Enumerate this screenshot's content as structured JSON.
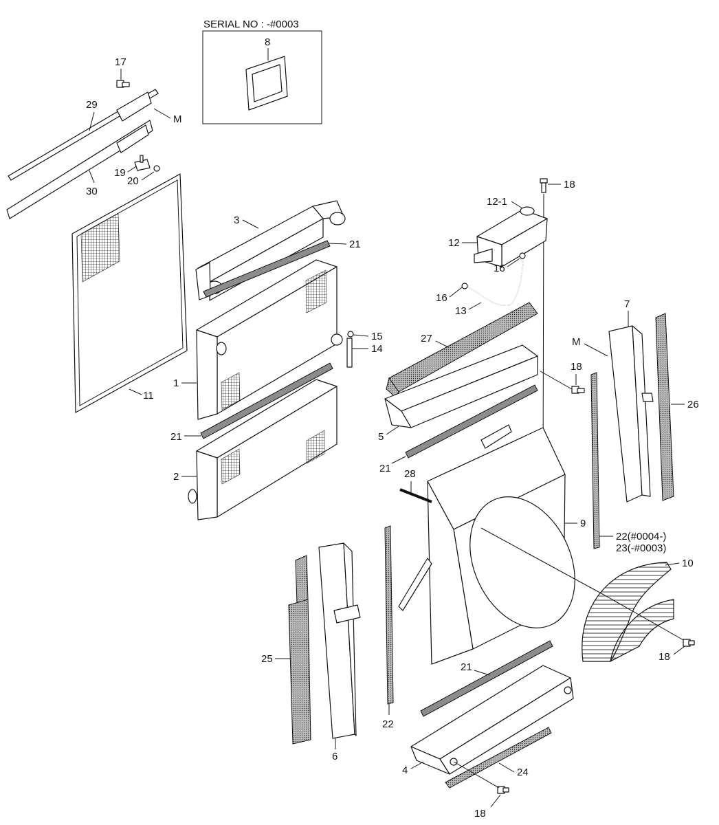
{
  "serial_box": {
    "title": "SERIAL NO : -#0003",
    "part": "8"
  },
  "callouts": {
    "c1": "1",
    "c2": "2",
    "c3": "3",
    "c4": "4",
    "c5": "5",
    "c6": "6",
    "c7": "7",
    "c9": "9",
    "c10": "10",
    "c11": "11",
    "c12": "12",
    "c12_1": "12-1",
    "c13": "13",
    "c14": "14",
    "c15": "15",
    "c16a": "16",
    "c16b": "16",
    "c17": "17",
    "c18a": "18",
    "c18b": "18",
    "c18c": "18",
    "c18d": "18",
    "c19": "19",
    "c20": "20",
    "c21a": "21",
    "c21b": "21",
    "c21c": "21",
    "c21d": "21",
    "c21e": "21",
    "c22a": "22",
    "c22b": "22(#0004-)",
    "c23": "23(-#0003)",
    "c24": "24",
    "c25": "25",
    "c26": "26",
    "c27": "27",
    "c28": "28",
    "c29": "29",
    "c30": "30",
    "cMa": "M",
    "cMb": "M"
  },
  "colors": {
    "line": "#111111",
    "fill": "#ffffff",
    "hatch": "#8c8c8c"
  }
}
